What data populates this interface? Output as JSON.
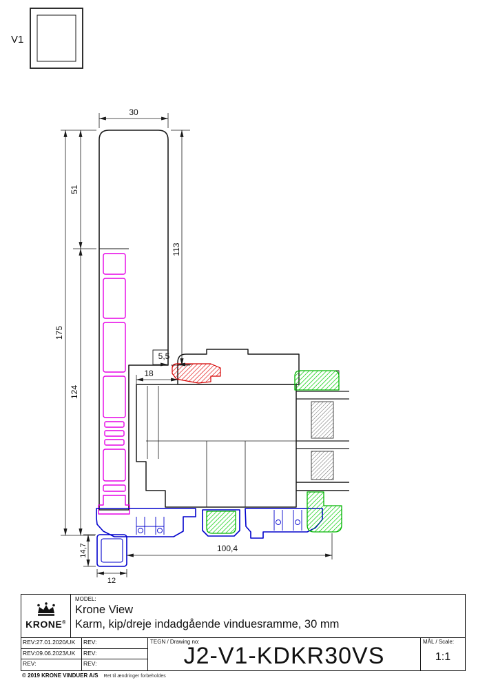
{
  "page": {
    "view_label": "V1"
  },
  "drawing": {
    "dims": {
      "d30": "30",
      "d51": "51",
      "d113": "113",
      "d175": "175",
      "d124": "124",
      "d55": "5,5",
      "d18": "18",
      "d147": "14,7",
      "d12": "12",
      "d1004": "100,4"
    },
    "colors": {
      "outline": "#1a1a1a",
      "insulation_magenta": "#e600e6",
      "aluminium_blue": "#0000cc",
      "gasket_red": "#d40000",
      "gasket_green": "#00b400"
    }
  },
  "title_block": {
    "logo_name": "KRONE",
    "logo_reg": "®",
    "model_label": "MODEL:",
    "model_name": "Krone View",
    "model_description": "Karm, kip/dreje indadgående vinduesramme, 30 mm",
    "revisions": [
      {
        "left": "REV:27.01.2020/UK",
        "right": "REV:"
      },
      {
        "left": "REV:09.06.2023/UK",
        "right": "REV:"
      },
      {
        "left": "REV:",
        "right": "REV:"
      }
    ],
    "drawing_no_label": "TEGN / Drawing no:",
    "drawing_no": "J2-V1-KDKR30VS",
    "scale_label": "MÅL / Scale:",
    "scale_value": "1:1",
    "copyright": "© 2019  KRONE VINDUER A/S",
    "rights_note": "Ret til ændringer forbeholdes"
  }
}
